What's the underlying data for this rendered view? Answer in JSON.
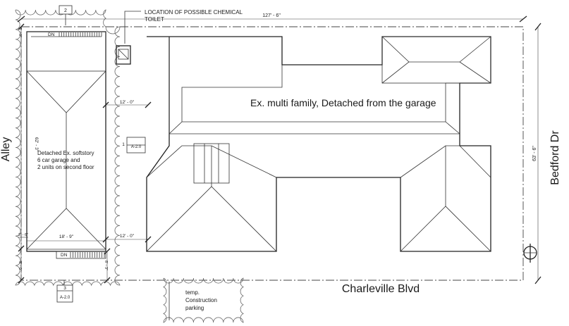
{
  "labels": {
    "chemical_toilet": [
      "LOCATION OF POSSIBLE CHEMICAL",
      "TOILET"
    ],
    "main_building": "Ex. multi family, Detached from the garage",
    "garage": [
      "Detached Ex. softstory",
      "6 car garage and",
      "2 units on second floor"
    ],
    "alley": "Alley",
    "bedford": "Bedford Dr",
    "charleville": "Charleville Blvd",
    "parking": [
      "temp.",
      "Construction",
      "parking"
    ]
  },
  "dimensions": {
    "top_width": "127' - 6\"",
    "right_depth": "63' - 6\"",
    "garage_depth": "62' - 3\"",
    "upper_setback": "12' - 0\"",
    "lower_setback": "12' - 0\"",
    "garage_width": "18' - 9\"",
    "left_top": "5' - 0\"",
    "left_bottom_a": "2' - 6\"",
    "left_bottom_b": "5' - 0\"",
    "right_bottom": "8' - 3\""
  },
  "stairs": {
    "top": "DN",
    "bottom": "DN"
  },
  "section_markers": {
    "top": {
      "number": "2"
    },
    "right": {
      "number": "1",
      "sheet": "A-2.0"
    },
    "bottom": {
      "number": "3",
      "sheet": "A-2.0"
    }
  }
}
